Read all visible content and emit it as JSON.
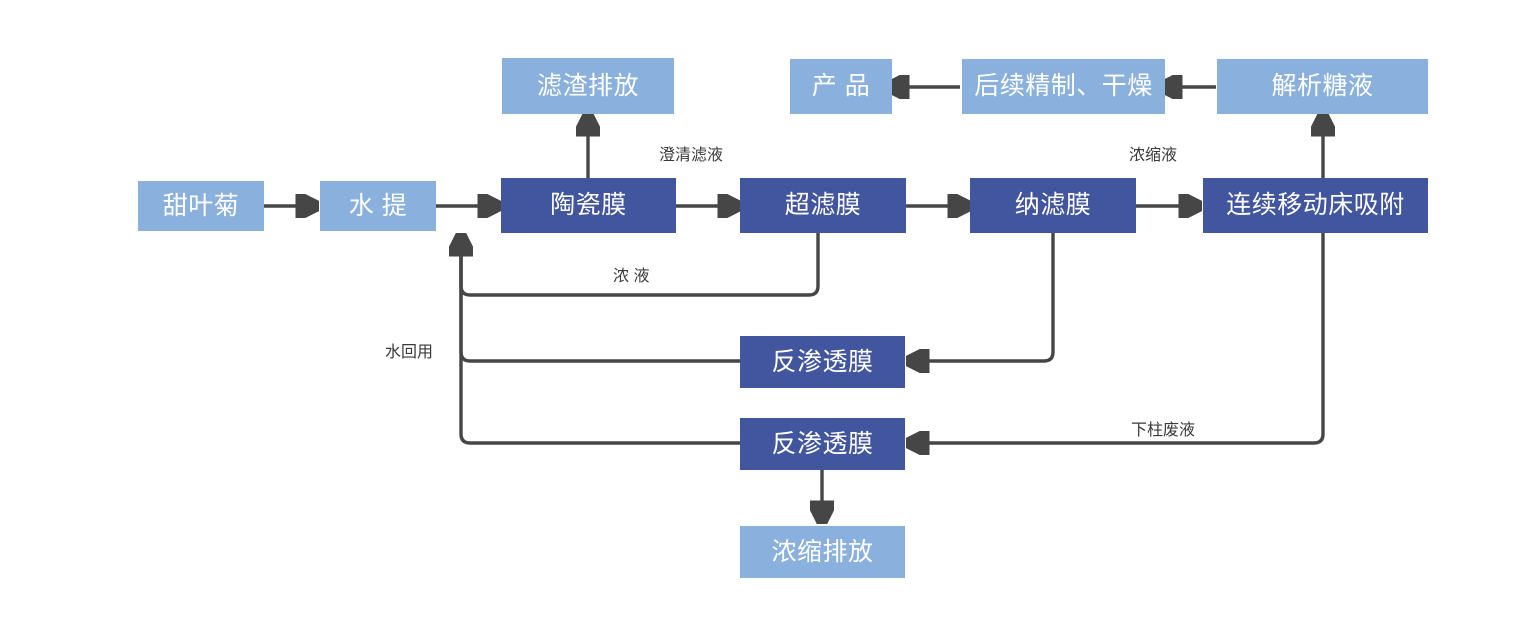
{
  "diagram": {
    "title": "Stevia extraction and membrane separation process flow",
    "colors": {
      "light_blue": "#8AB0DE",
      "dark_blue": "#42559F",
      "arrow_gray": "#464646",
      "label_gray": "#3A3A3A",
      "background": "#FFFFFF"
    },
    "nodes": [
      {
        "id": "stevia",
        "label": "甜叶菊",
        "style": "light"
      },
      {
        "id": "water-extract",
        "label": "水 提",
        "style": "light"
      },
      {
        "id": "ceramic",
        "label": "陶瓷膜",
        "style": "dark"
      },
      {
        "id": "ultrafilter",
        "label": "超滤膜",
        "style": "dark"
      },
      {
        "id": "nanofilter",
        "label": "纳滤膜",
        "style": "dark"
      },
      {
        "id": "moving-bed",
        "label": "连续移动床吸附",
        "style": "dark"
      },
      {
        "id": "residue",
        "label": "滤渣排放",
        "style": "light"
      },
      {
        "id": "product",
        "label": "产 品",
        "style": "light"
      },
      {
        "id": "refine-dry",
        "label": "后续精制、干燥",
        "style": "light"
      },
      {
        "id": "sugar-liquor",
        "label": "解析糖液",
        "style": "light"
      },
      {
        "id": "ro-upper",
        "label": "反渗透膜",
        "style": "dark"
      },
      {
        "id": "ro-lower",
        "label": "反渗透膜",
        "style": "dark"
      },
      {
        "id": "concentrate",
        "label": "浓缩排放",
        "style": "light"
      }
    ],
    "edge_labels": [
      {
        "id": "clarified-filtrate",
        "label": "澄清滤液"
      },
      {
        "id": "concentrated-liquid",
        "label": "浓缩液"
      },
      {
        "id": "thick-liquid",
        "label": "浓 液"
      },
      {
        "id": "water-reuse",
        "label": "水回用"
      },
      {
        "id": "column-waste",
        "label": "下柱废液"
      }
    ]
  }
}
